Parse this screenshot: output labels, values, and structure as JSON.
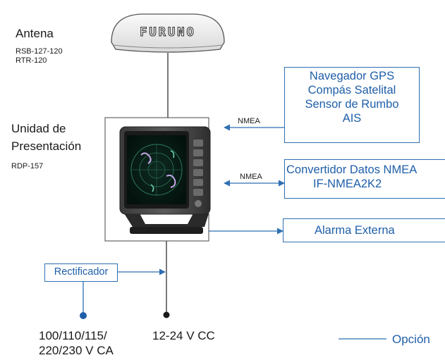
{
  "antenna": {
    "title": "Antena",
    "models": [
      "RSB-127-120",
      "RTR-120"
    ],
    "logo": "FURUNO"
  },
  "display_unit": {
    "title_line1": "Unidad de",
    "title_line2": "Presentación",
    "model": "RDP-157"
  },
  "gps_box": {
    "lines": [
      "Navegador GPS",
      "Compás Satelital",
      "Sensor de Rumbo",
      "AIS"
    ],
    "link_label": "NMEA"
  },
  "converter_box": {
    "lines": [
      "Convertidor Datos NMEA",
      "IF-NMEA2K2"
    ],
    "link_label": "NMEA"
  },
  "alarm_box": {
    "label": "Alarma Externa"
  },
  "rectifier": {
    "label": "Rectificador",
    "voltage_line1": "100/110/115/",
    "voltage_line2": "220/230 V CA"
  },
  "dc_supply": {
    "label": "12-24 V CC"
  },
  "legend": {
    "option_label": "Opción"
  },
  "colors": {
    "option_blue": "#2f6fb3",
    "line_black": "#333333",
    "dot_blue": "#1f5fa8"
  }
}
